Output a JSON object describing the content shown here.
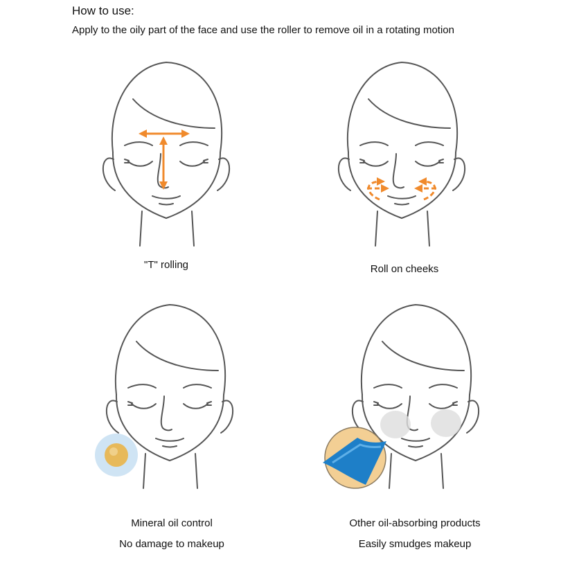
{
  "header": {
    "title": "How to use:",
    "instruction": "Apply to the oily part of the face and use the roller to remove oil in a rotating motion"
  },
  "panels": [
    {
      "caption": "\"T\" rolling"
    },
    {
      "caption": "Roll on cheeks"
    },
    {
      "caption": "Mineral oil control",
      "caption2": "No damage to makeup"
    },
    {
      "caption": "Other oil-absorbing products",
      "caption2": "Easily smudges makeup"
    }
  ],
  "colors": {
    "arrow": "#f08a2c",
    "line": "#555555",
    "roller_ring": "#cfe4f4",
    "roller": "#e7b95a",
    "sheet": "#1e7fc8",
    "sheet_ring": "#f3cf94"
  }
}
